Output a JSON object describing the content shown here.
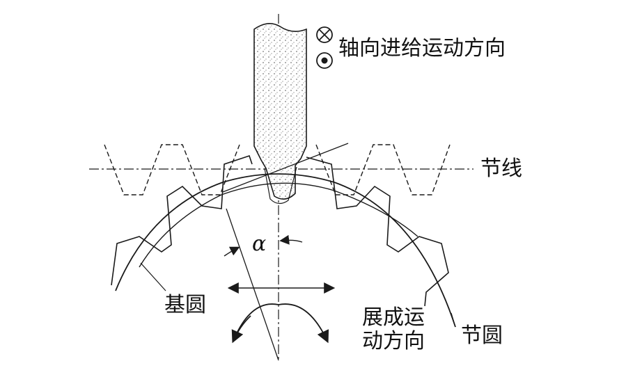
{
  "labels": {
    "axial_feed": "轴向进给运动方向",
    "pitch_line": "节线",
    "alpha": "α",
    "base_circle": "基圆",
    "generating_motion": "展成运动方向",
    "pitch_circle": "节圆"
  },
  "colors": {
    "ink": "#1a1a1a",
    "background": "#ffffff"
  },
  "icons": {
    "into_page": "cross-in-circle-icon",
    "out_of_page": "dot-in-circle-icon"
  }
}
